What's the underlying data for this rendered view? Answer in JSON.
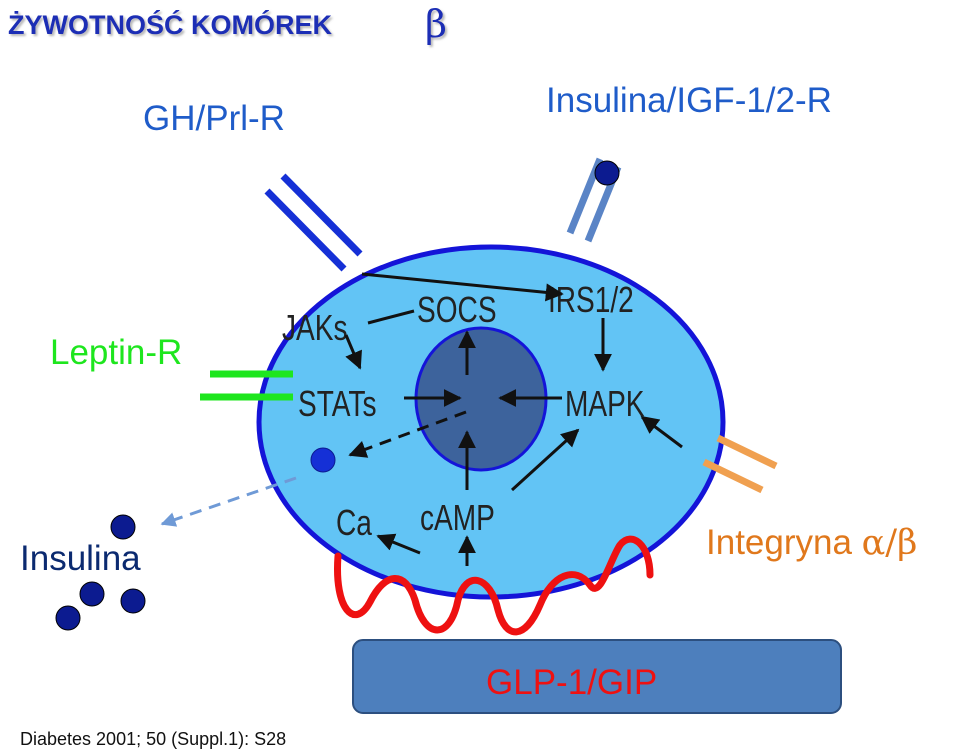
{
  "title": {
    "text": "ŻYWOTNOŚĆ KOMÓREK",
    "symbol": "β"
  },
  "receptors": {
    "gh_prl": "GH/Prl-R",
    "insulin_igf": "Insulina/IGF-1/2-R",
    "leptin": "Leptin-R",
    "integrin": "Integryna",
    "integrin_symbol": "α/β"
  },
  "signals": {
    "jaks": "JAKs",
    "socs": "SOCS",
    "irs": "IRS1/2",
    "stats": "STATs",
    "mapk": "MAPK",
    "ca": "Ca",
    "camp": "cAMP"
  },
  "labels": {
    "insulin": "Insulina",
    "glp": "GLP-1/GIP"
  },
  "citation": "Diabetes 2001; 50 (Suppl.1): S28",
  "colors": {
    "title": "#1a2db5",
    "receptor_blue": "#1f5cc9",
    "leptin_green": "#1ee61e",
    "integrin_orange": "#e0781c",
    "cell_fill": "#62c4f5",
    "cell_border": "#1414d8",
    "nucleus": "#3d639c",
    "glp_box": "#4d7fbd",
    "glp_text": "#ee1111",
    "red_chain": "#ee1111",
    "insulin_dot": "#0c1b90",
    "insulin_text": "#0b2a70"
  }
}
